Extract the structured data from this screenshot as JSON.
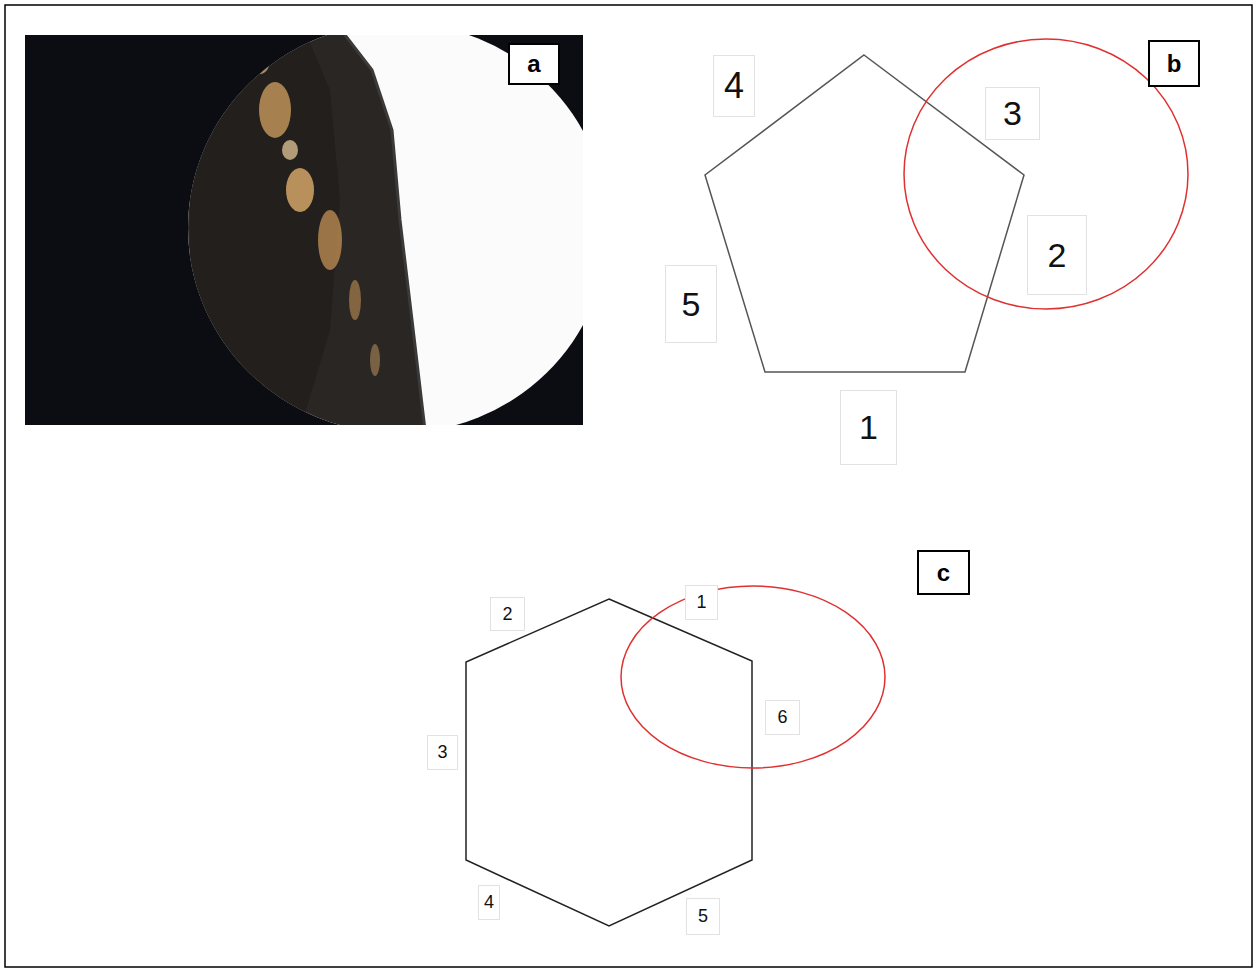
{
  "diagram": {
    "nodes": [
      {
        "text": [
          "a"
        ]
      },
      {
        "text": [
          "b"
        ]
      },
      {
        "text": [
          "c"
        ]
      }
    ],
    "labels": [
      "4",
      "3",
      "2",
      "5",
      "1",
      "2",
      "1",
      "6",
      "3",
      "4",
      "5"
    ]
  }
}
